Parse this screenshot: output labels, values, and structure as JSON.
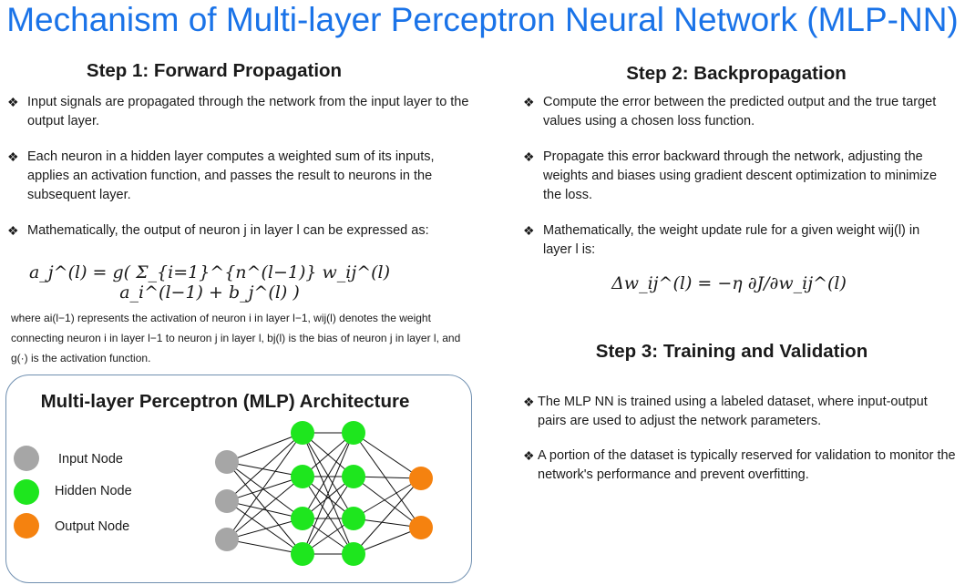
{
  "title": "Mechanism of Multi-layer Perceptron Neural Network (MLP-NN)",
  "bullet_mark": "❖",
  "step1": {
    "heading": "Step 1: Forward Propagation",
    "bullets": [
      "Input signals are propagated through the network from the input layer to the output layer.",
      "Each neuron in a hidden layer computes a weighted sum of its inputs, applies an activation function, and passes the result to neurons in the subsequent layer.",
      "Mathematically, the output of neuron j in layer l can be expressed as:"
    ],
    "formula": "a_j^(l) = g( Σ_{i=1}^{n^(l−1)} w_ij^(l) a_i^(l−1) + b_j^(l) )",
    "where_text": "where ai(l−1) represents the activation of neuron i in layer l−1, wij(l) denotes the weight connecting neuron i in layer l−1 to neuron j in layer l, bj(l) is the bias of neuron j in layer l, and g(·) is the activation function."
  },
  "step2": {
    "heading": "Step 2: Backpropagation",
    "bullets": [
      "Compute the error between the predicted output and the true target values using a chosen loss function.",
      "Propagate this error backward through the network, adjusting the weights and biases using gradient descent optimization to minimize the loss.",
      "Mathematically, the weight update rule for a given weight wij(l) in layer l is:"
    ],
    "formula": "Δw_ij^(l) = −η ∂J/∂w_ij^(l)"
  },
  "step3": {
    "heading": "Step 3: Training and Validation",
    "bullets": [
      "The MLP NN is trained using a labeled dataset, where input-output pairs are used to adjust the network parameters.",
      "A portion of the dataset is typically reserved for validation to monitor the network's performance and prevent overfitting."
    ]
  },
  "architecture": {
    "title": "Multi-layer Perceptron (MLP) Architecture",
    "legend": [
      {
        "label": "Input Node",
        "color": "#a6a6a6"
      },
      {
        "label": "Hidden Node",
        "color": "#1ee61e"
      },
      {
        "label": "Output Node",
        "color": "#f5820f"
      }
    ],
    "layers": [
      {
        "type": "input",
        "nodes": 3
      },
      {
        "type": "hidden",
        "nodes": 4
      },
      {
        "type": "hidden",
        "nodes": 4
      },
      {
        "type": "output",
        "nodes": 2
      }
    ]
  }
}
